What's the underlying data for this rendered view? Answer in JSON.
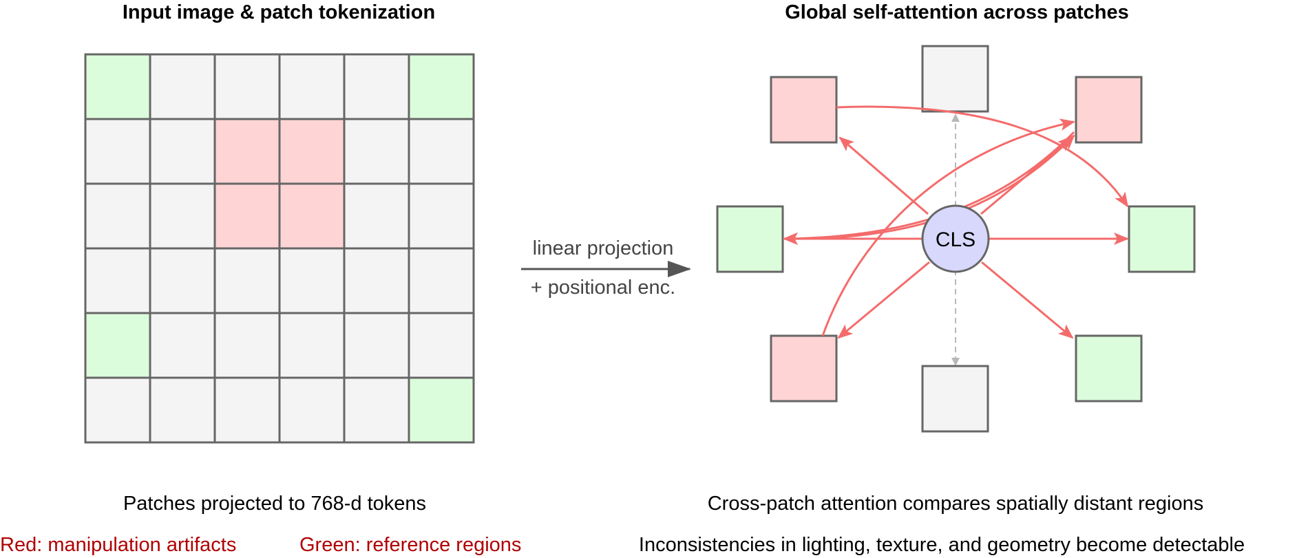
{
  "left_panel": {
    "title": "Input image & patch tokenization",
    "caption": "Patches projected to 768-d tokens",
    "legend_red": "Red: manipulation artifacts",
    "legend_green": "Green: reference regions",
    "grid": [
      [
        "reference",
        "neutral",
        "neutral",
        "neutral",
        "neutral",
        "reference"
      ],
      [
        "neutral",
        "neutral",
        "artifact",
        "artifact",
        "neutral",
        "neutral"
      ],
      [
        "neutral",
        "neutral",
        "artifact",
        "artifact",
        "neutral",
        "neutral"
      ],
      [
        "neutral",
        "neutral",
        "neutral",
        "neutral",
        "neutral",
        "neutral"
      ],
      [
        "reference",
        "neutral",
        "neutral",
        "neutral",
        "neutral",
        "neutral"
      ],
      [
        "neutral",
        "neutral",
        "neutral",
        "neutral",
        "neutral",
        "reference"
      ]
    ]
  },
  "middle": {
    "arrow_label_top": "linear projection",
    "arrow_label_bottom": "+ positional enc."
  },
  "right_panel": {
    "title": "Global self-attention across patches",
    "cls_label": "CLS",
    "caption_1": "Cross-patch attention compares spatially distant regions",
    "caption_2": "Inconsistencies in lighting, texture, and geometry become detectable",
    "tokens": [
      {
        "name": "token-top",
        "kind": "neutral"
      },
      {
        "name": "token-upper-left",
        "kind": "artifact"
      },
      {
        "name": "token-upper-right",
        "kind": "artifact"
      },
      {
        "name": "token-left",
        "kind": "reference"
      },
      {
        "name": "token-right",
        "kind": "reference"
      },
      {
        "name": "token-lower-left",
        "kind": "artifact"
      },
      {
        "name": "token-lower-right",
        "kind": "reference"
      },
      {
        "name": "token-bottom",
        "kind": "neutral"
      }
    ]
  },
  "colors": {
    "artifact": "#ffd4d4",
    "reference": "#dcfddc",
    "neutral": "#f4f4f4",
    "cls_fill": "#d8d8fc",
    "attention_line": "#f46b6b",
    "outline": "#666666"
  }
}
